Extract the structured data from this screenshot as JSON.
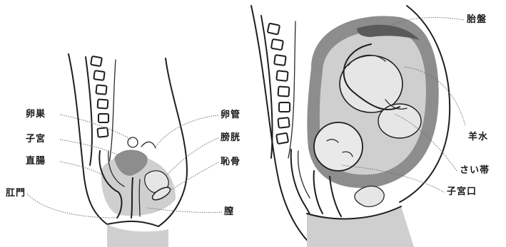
{
  "left_figure": {
    "labels": {
      "ovary": "卵巣",
      "uterus": "子宮",
      "rectum": "直腸",
      "anus": "肛門",
      "fallopian_tube": "卵管",
      "bladder": "膀胱",
      "pubic_bone": "恥骨",
      "vagina": "膣"
    }
  },
  "right_figure": {
    "labels": {
      "placenta": "胎盤",
      "amniotic_fluid": "羊水",
      "umbilical_cord": "さい帯",
      "cervix": "子宮口"
    }
  }
}
